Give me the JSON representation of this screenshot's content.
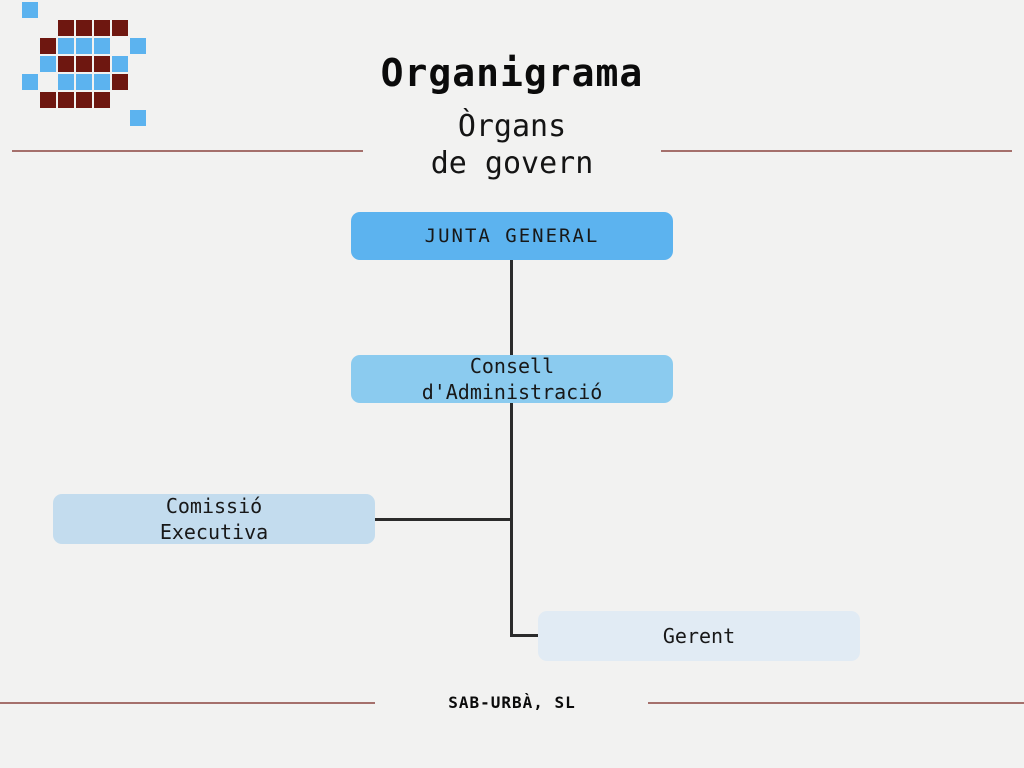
{
  "slide": {
    "background_color": "#f2f2f1",
    "title": "Organigrama",
    "subtitle": "Òrgans\nde govern",
    "footer": "SAB-URBÀ, SL",
    "rule_color": "#a5706c"
  },
  "logo": {
    "name": "sab-urba-logo",
    "blue_color": "#5cb3ef",
    "dark_color": "#6e1710",
    "cell": 16,
    "gap": 18,
    "cells": [
      {
        "col": 0,
        "row": 0,
        "tone": "blue"
      },
      {
        "col": 2,
        "row": 1,
        "tone": "dark"
      },
      {
        "col": 3,
        "row": 1,
        "tone": "dark"
      },
      {
        "col": 4,
        "row": 1,
        "tone": "dark"
      },
      {
        "col": 5,
        "row": 1,
        "tone": "dark"
      },
      {
        "col": 1,
        "row": 2,
        "tone": "dark"
      },
      {
        "col": 2,
        "row": 2,
        "tone": "blue"
      },
      {
        "col": 3,
        "row": 2,
        "tone": "blue"
      },
      {
        "col": 4,
        "row": 2,
        "tone": "blue"
      },
      {
        "col": 6,
        "row": 2,
        "tone": "blue"
      },
      {
        "col": 1,
        "row": 3,
        "tone": "blue"
      },
      {
        "col": 2,
        "row": 3,
        "tone": "dark"
      },
      {
        "col": 3,
        "row": 3,
        "tone": "dark"
      },
      {
        "col": 4,
        "row": 3,
        "tone": "dark"
      },
      {
        "col": 5,
        "row": 3,
        "tone": "blue"
      },
      {
        "col": 0,
        "row": 4,
        "tone": "blue"
      },
      {
        "col": 2,
        "row": 4,
        "tone": "blue"
      },
      {
        "col": 3,
        "row": 4,
        "tone": "blue"
      },
      {
        "col": 4,
        "row": 4,
        "tone": "blue"
      },
      {
        "col": 5,
        "row": 4,
        "tone": "dark"
      },
      {
        "col": 1,
        "row": 5,
        "tone": "dark"
      },
      {
        "col": 2,
        "row": 5,
        "tone": "dark"
      },
      {
        "col": 3,
        "row": 5,
        "tone": "dark"
      },
      {
        "col": 4,
        "row": 5,
        "tone": "dark"
      },
      {
        "col": 6,
        "row": 6,
        "tone": "blue"
      }
    ]
  },
  "org_chart": {
    "nodes": {
      "junta": {
        "label": "JUNTA GENERAL",
        "color": "#5cb3ef"
      },
      "consell": {
        "label": "Consell\nd'Administració",
        "color": "#8bcbef"
      },
      "comissio": {
        "label": "Comissió\nExecutiva",
        "color": "#c3dcee"
      },
      "gerent": {
        "label": "Gerent",
        "color": "#e1ebf4"
      }
    },
    "connector_color": "#2b2b2b",
    "edges": [
      {
        "from": "junta",
        "to": "consell"
      },
      {
        "from": "consell",
        "to": "comissio"
      },
      {
        "from": "consell",
        "to": "gerent"
      }
    ]
  }
}
